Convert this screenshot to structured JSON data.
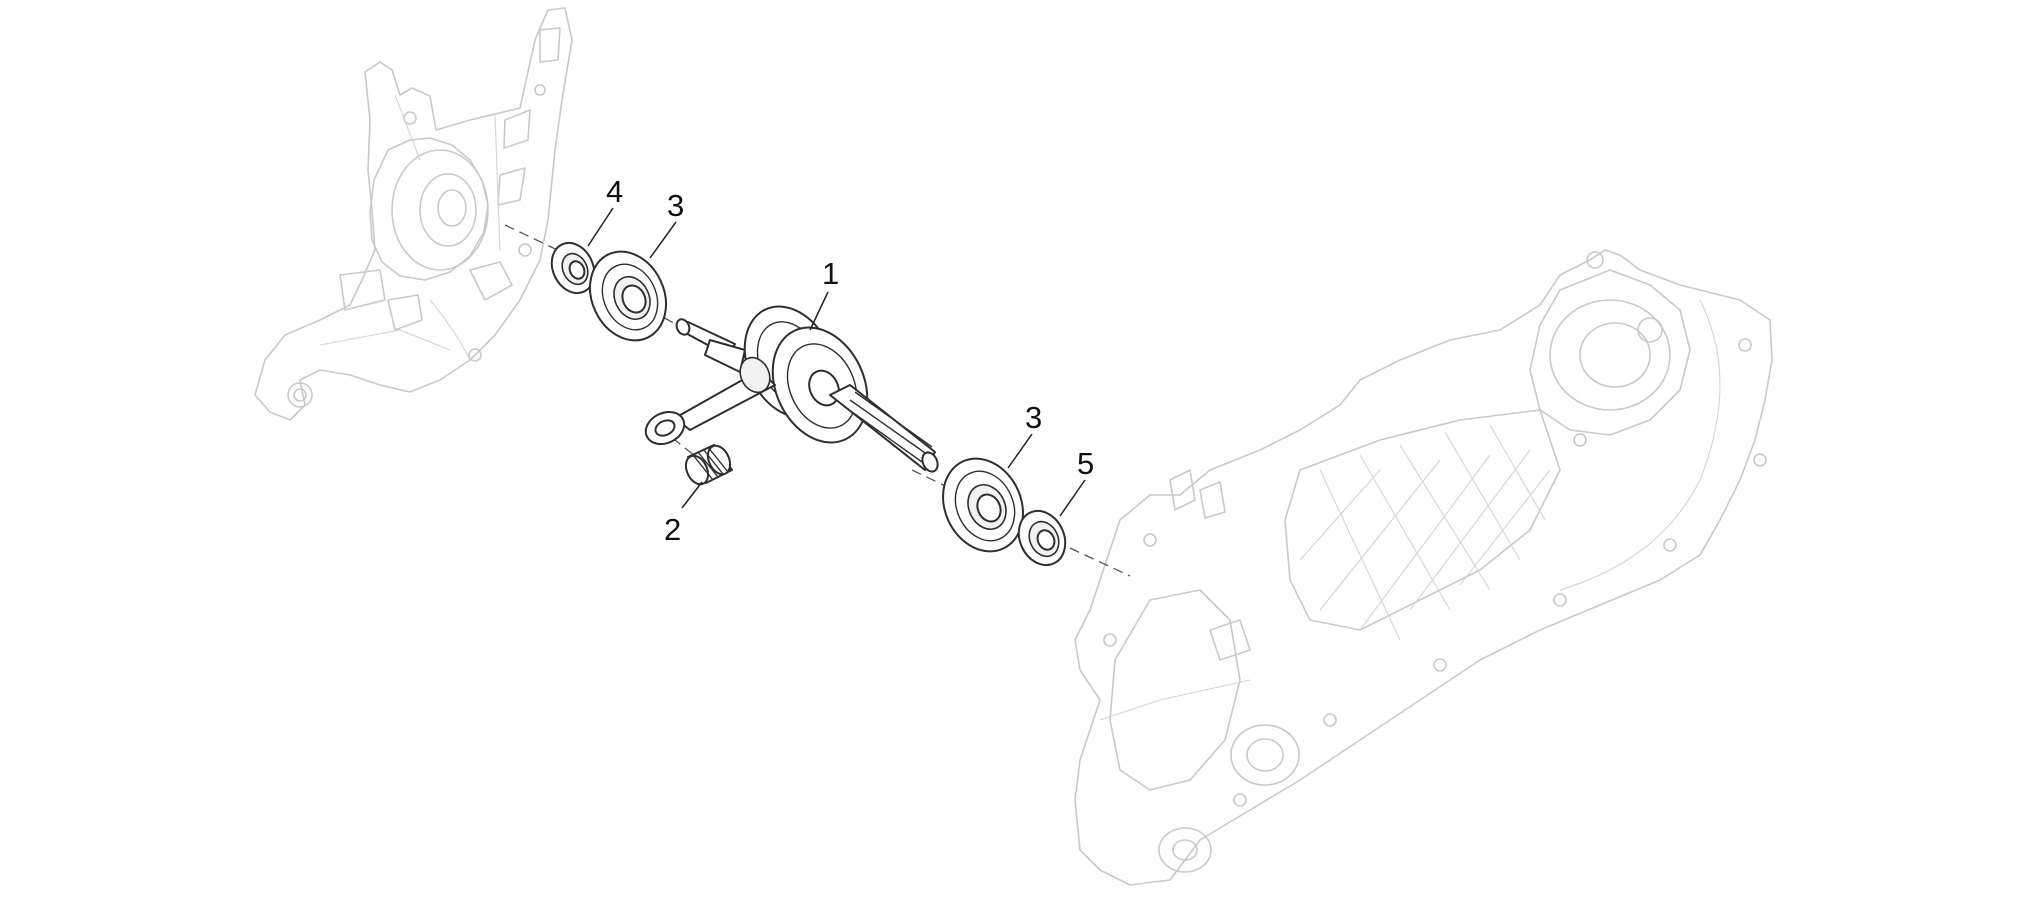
{
  "diagram": {
    "callouts": [
      {
        "id": "c1",
        "label": "1"
      },
      {
        "id": "c2",
        "label": "2"
      },
      {
        "id": "c3a",
        "label": "3"
      },
      {
        "id": "c3b",
        "label": "3"
      },
      {
        "id": "c4",
        "label": "4"
      },
      {
        "id": "c5",
        "label": "5"
      }
    ]
  }
}
